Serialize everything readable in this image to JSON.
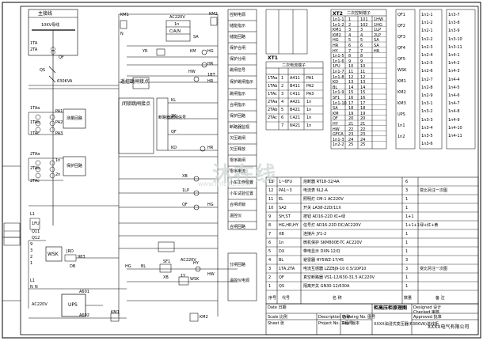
{
  "title": "",
  "watermark": {
    "brand": "沐在线",
    "url": "www.mfcad.com"
  },
  "left_panel": {
    "main_wiring_header": "主接线",
    "bus_label": "10KV母线",
    "ct1": "1TA",
    "ct2": "2TA",
    "switch_qs": "QS",
    "switch_qf": "QF",
    "tx_label": "630KVA",
    "measure_circuit": "测量回路",
    "protect_circuit": "保护回路",
    "ta_labels": [
      "1TAa",
      "1TAb",
      "1TAc",
      "2TAa",
      "2TAb",
      "2TAc"
    ],
    "pa_labels": [
      "PA1",
      "PA2",
      "PA3",
      "1n",
      "2n"
    ],
    "fu_label": "1FU",
    "l1": "L1",
    "n": "N",
    "wsk": "WSK",
    "jrd": "JRD",
    "ups": "UPS",
    "ac": "AC220V",
    "tb_left": [
      "9",
      "3",
      "2",
      "1",
      "L1",
      "N"
    ],
    "small_notes": [
      "Q11",
      "Q12",
      "DB",
      "A601",
      "A602",
      "983"
    ]
  },
  "control_diagram": {
    "top_labels": [
      "KM1",
      "AC220V",
      "KM2",
      "1n",
      "N",
      "SA",
      "C/A/N",
      "KM",
      "HG",
      "YR",
      "HR"
    ],
    "mid_labels": [
      "HW",
      "1BT",
      "HR",
      "KL",
      "2K",
      "QF",
      "KD",
      "HR",
      "XB",
      "1LP",
      "QF",
      "HG"
    ],
    "feature_labels": [
      "遥控跳闸接点",
      "闭锁跳闸接点",
      "断路器跳闸信号"
    ],
    "bottom_labels": [
      "HG",
      "BL",
      "SF1",
      "HY",
      "HW",
      "XB",
      "1Y",
      "WSK"
    ],
    "ac_label": "AC220V",
    "box_labels": [
      "KM1",
      "KM2"
    ]
  },
  "function_column": {
    "items": [
      "控制电源",
      "储能指示",
      "储能回路",
      "保护合闸",
      "保护分闸",
      "跳闸信号",
      "保护跳闸指示",
      "跳闸指示",
      "合闸指示",
      "保护回路",
      "断路器监视",
      "欠压跳闸",
      "欠压释放",
      "零序跳闸",
      "零序电流",
      "小车工作位置",
      "小车试验位置",
      "合闸闭锁",
      "温控仪",
      "合闸回路",
      "分闸回路",
      "温控仪电源"
    ]
  },
  "xt1": {
    "title": "XT1",
    "subtitle": "二次电流端子",
    "rows": [
      [
        "1TAa",
        "1",
        "A411",
        "PA1"
      ],
      [
        "1TAb",
        "2",
        "B411",
        "PA2"
      ],
      [
        "1TAc",
        "3",
        "C411",
        "PA3"
      ],
      [
        "2TAa",
        "4",
        "A421",
        "1n"
      ],
      [
        "2TAb",
        "5",
        "B421",
        "1n"
      ],
      [
        "2TAc",
        "6",
        "C421",
        "1n"
      ],
      [
        "",
        "7",
        "N421",
        "1n"
      ]
    ]
  },
  "xt2": {
    "title": "XT2",
    "subtitle": "二次控制端子",
    "rows": [
      [
        "1n1-1",
        "1",
        "101",
        "1HW"
      ],
      [
        "1n1-2",
        "2",
        "102",
        "1HG"
      ],
      [
        "KM1",
        "3",
        "3",
        "1LP"
      ],
      [
        "KM2",
        "4",
        "4",
        "2LP"
      ],
      [
        "HG",
        "5",
        "5",
        "SA"
      ],
      [
        "HR",
        "6",
        "6",
        "SA"
      ],
      [
        "HY",
        "7",
        "7",
        "HR"
      ],
      [
        "1n1-5",
        "8",
        "8",
        ""
      ],
      [
        "1n1-6",
        "9",
        "9",
        ""
      ],
      [
        "1FU",
        "10",
        "10",
        ""
      ],
      [
        "1n1-7",
        "11",
        "11",
        ""
      ],
      [
        "1n1-8",
        "12",
        "12",
        ""
      ],
      [
        "KD",
        "13",
        "13",
        ""
      ],
      [
        "BL",
        "14",
        "14",
        ""
      ],
      [
        "1n1-9",
        "15",
        "15",
        ""
      ],
      [
        "SF1",
        "16",
        "16",
        ""
      ],
      [
        "1n1-10",
        "17",
        "17",
        ""
      ],
      [
        "SA",
        "18",
        "18",
        ""
      ],
      [
        "KM",
        "19",
        "19",
        ""
      ],
      [
        "QF",
        "20",
        "20",
        ""
      ],
      [
        "HY",
        "21",
        "21",
        ""
      ],
      [
        "HW",
        "22",
        "22",
        ""
      ],
      [
        "GFCA",
        "23",
        "23",
        ""
      ],
      [
        "1n1-3",
        "24",
        "24",
        ""
      ],
      [
        "1n2-2",
        "25",
        "25",
        ""
      ]
    ]
  },
  "right_list": {
    "col1": [
      "QF1",
      "QF2",
      "QF3",
      "QF4",
      "QF5",
      "WSK",
      "KM1",
      "KM2",
      "KM3",
      "UPS",
      "1n1",
      "1n2"
    ],
    "col2": [
      "1n1-1",
      "1n1-2",
      "1n2-1",
      "1n2-2",
      "1n2-3",
      "1n2-4",
      "1n2-5",
      "1n2-6",
      "1n2-7",
      "1n2-8",
      "1n2-9",
      "1n3-1",
      "1n3-2",
      "1n3-3",
      "1n3-4",
      "1n3-5",
      "1n3-6",
      "1n3-7",
      "1n3-8",
      "1n3-9",
      "1n3-10",
      "1n3-11",
      "1n4-1",
      "1n4-2",
      "1n4-3",
      "1n4-4",
      "1n4-5",
      "1n4-6",
      "1n4-7",
      "1n4-8",
      "1n4-9",
      "1n4-10",
      "1n4-11"
    ]
  },
  "bom": {
    "rows": [
      {
        "no": "13",
        "sym": "1~6FU",
        "name": "熔断器 RT18-32/4A",
        "qty": "6",
        "note": ""
      },
      {
        "no": "12",
        "sym": "PA1~3",
        "name": "电流表 6L2-A",
        "qty": "3",
        "note": "变比另注一次图"
      },
      {
        "no": "11",
        "sym": "EL",
        "name": "照明灯 CM-1 AC220V",
        "qty": "1",
        "note": ""
      },
      {
        "no": "10",
        "sym": "SA2",
        "name": "开关 LA38-22D/11X",
        "qty": "1",
        "note": ""
      },
      {
        "no": "9",
        "sym": "SH,ST",
        "name": "按钮 AD16-22D 红+绿",
        "qty": "1+1",
        "note": ""
      },
      {
        "no": "8",
        "sym": "HG,HR,HY",
        "name": "信号灯 AD16-22D DC/AC220V",
        "qty": "1+1+1",
        "note": "绿+红+黄"
      },
      {
        "no": "7",
        "sym": "XB",
        "name": "连接片 JY1-2",
        "qty": "1",
        "note": ""
      },
      {
        "no": "6",
        "sym": "1n",
        "name": "微机保护 SKM800E-TC AC220V",
        "qty": "1",
        "note": ""
      },
      {
        "no": "5",
        "sym": "DX",
        "name": "带电显示 DXN-12/Q",
        "qty": "1",
        "note": ""
      },
      {
        "no": "4",
        "sym": "BL",
        "name": "避雷器 HY5WZ-17/45",
        "qty": "3",
        "note": ""
      },
      {
        "no": "3",
        "sym": "1TA,2TA",
        "name": "电流互感器 LZZBJ9-10 0.5/10P10",
        "qty": "3",
        "note": "变比另注一次图"
      },
      {
        "no": "2",
        "sym": "QF",
        "name": "真空断路器 VS1-12/630-31.5 AC220V",
        "qty": "1",
        "note": ""
      },
      {
        "no": "1",
        "sym": "QS",
        "name": "隔离开关 GN30-12/630A",
        "qty": "1",
        "note": ""
      }
    ],
    "header": {
      "no": "序号",
      "sym": "代号",
      "name": "名 称",
      "qty": "数量",
      "note": "备 注"
    }
  },
  "title_block": {
    "drawing_title": "柜高压柜原理图",
    "subtitle": "XXXX油浸式变压器(630KVA)进线柜",
    "company": "XXXX电气有限公司",
    "labels": [
      "Designed 设计",
      "Checked 审核",
      "Approved 批准",
      "Date 日期",
      "Scale 比例",
      "Sheet 张",
      "Description 名称",
      "Project No. 工程号",
      "Drawing No. 图号",
      "Rev. 版本"
    ]
  }
}
